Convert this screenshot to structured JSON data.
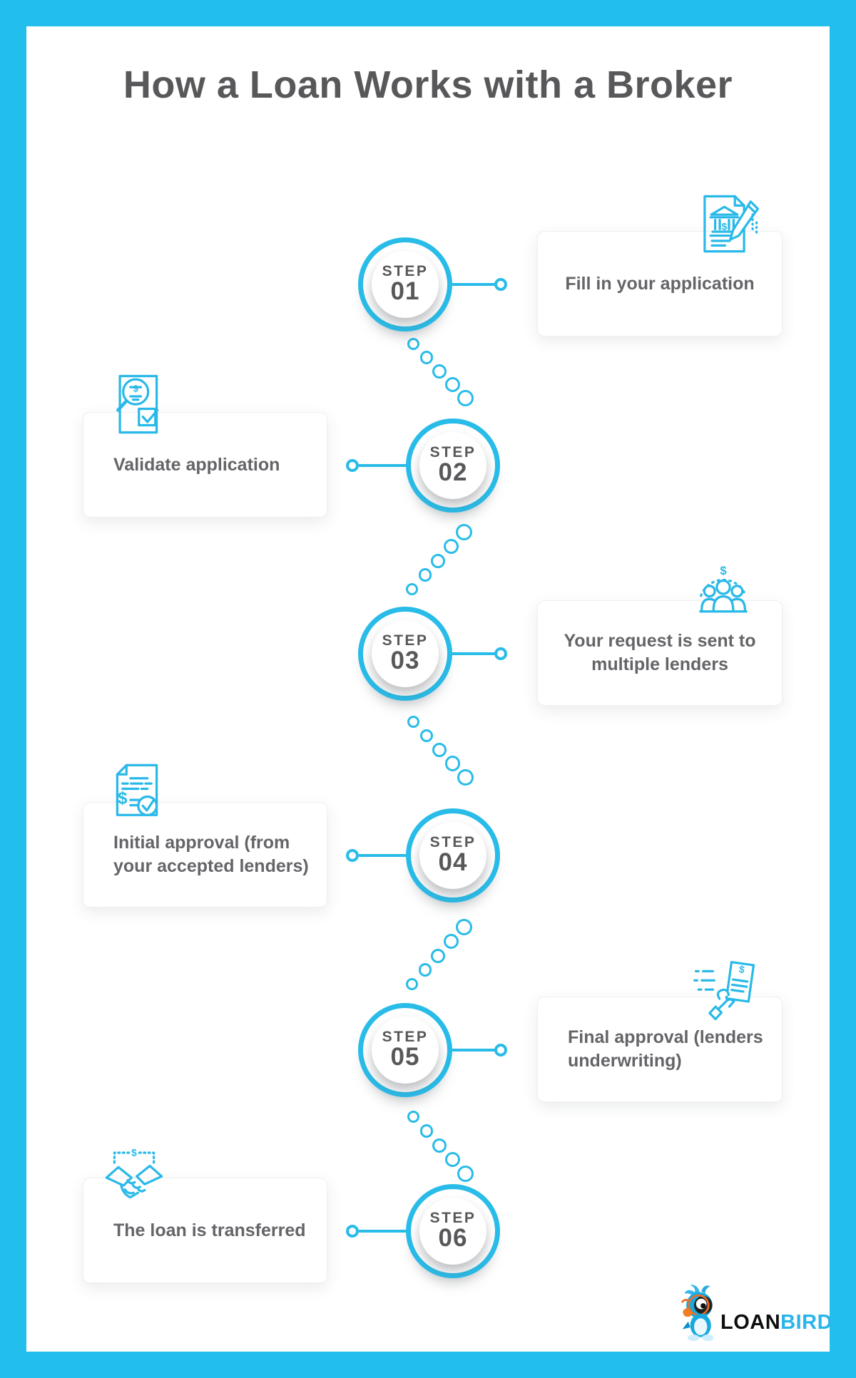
{
  "title": "How a Loan Works with a Broker",
  "steps": [
    {
      "step_word": "STEP",
      "number": "01",
      "label": "Fill in your application"
    },
    {
      "step_word": "STEP",
      "number": "02",
      "label": "Validate application"
    },
    {
      "step_word": "STEP",
      "number": "03",
      "label": "Your request is sent to multiple lenders"
    },
    {
      "step_word": "STEP",
      "number": "04",
      "label": "Initial approval (from your accepted lenders)"
    },
    {
      "step_word": "STEP",
      "number": "05",
      "label": "Final approval (lenders underwriting)"
    },
    {
      "step_word": "STEP",
      "number": "06",
      "label": "The loan is transferred"
    }
  ],
  "logo": {
    "brand_first": "LOAN",
    "brand_second": "BIRD"
  },
  "colors": {
    "frame_accent": "#22bfec",
    "element_accent": "#29bce8",
    "icon_accent": "#29b9e8",
    "heading_text": "#58585b",
    "body_text": "#656569"
  }
}
